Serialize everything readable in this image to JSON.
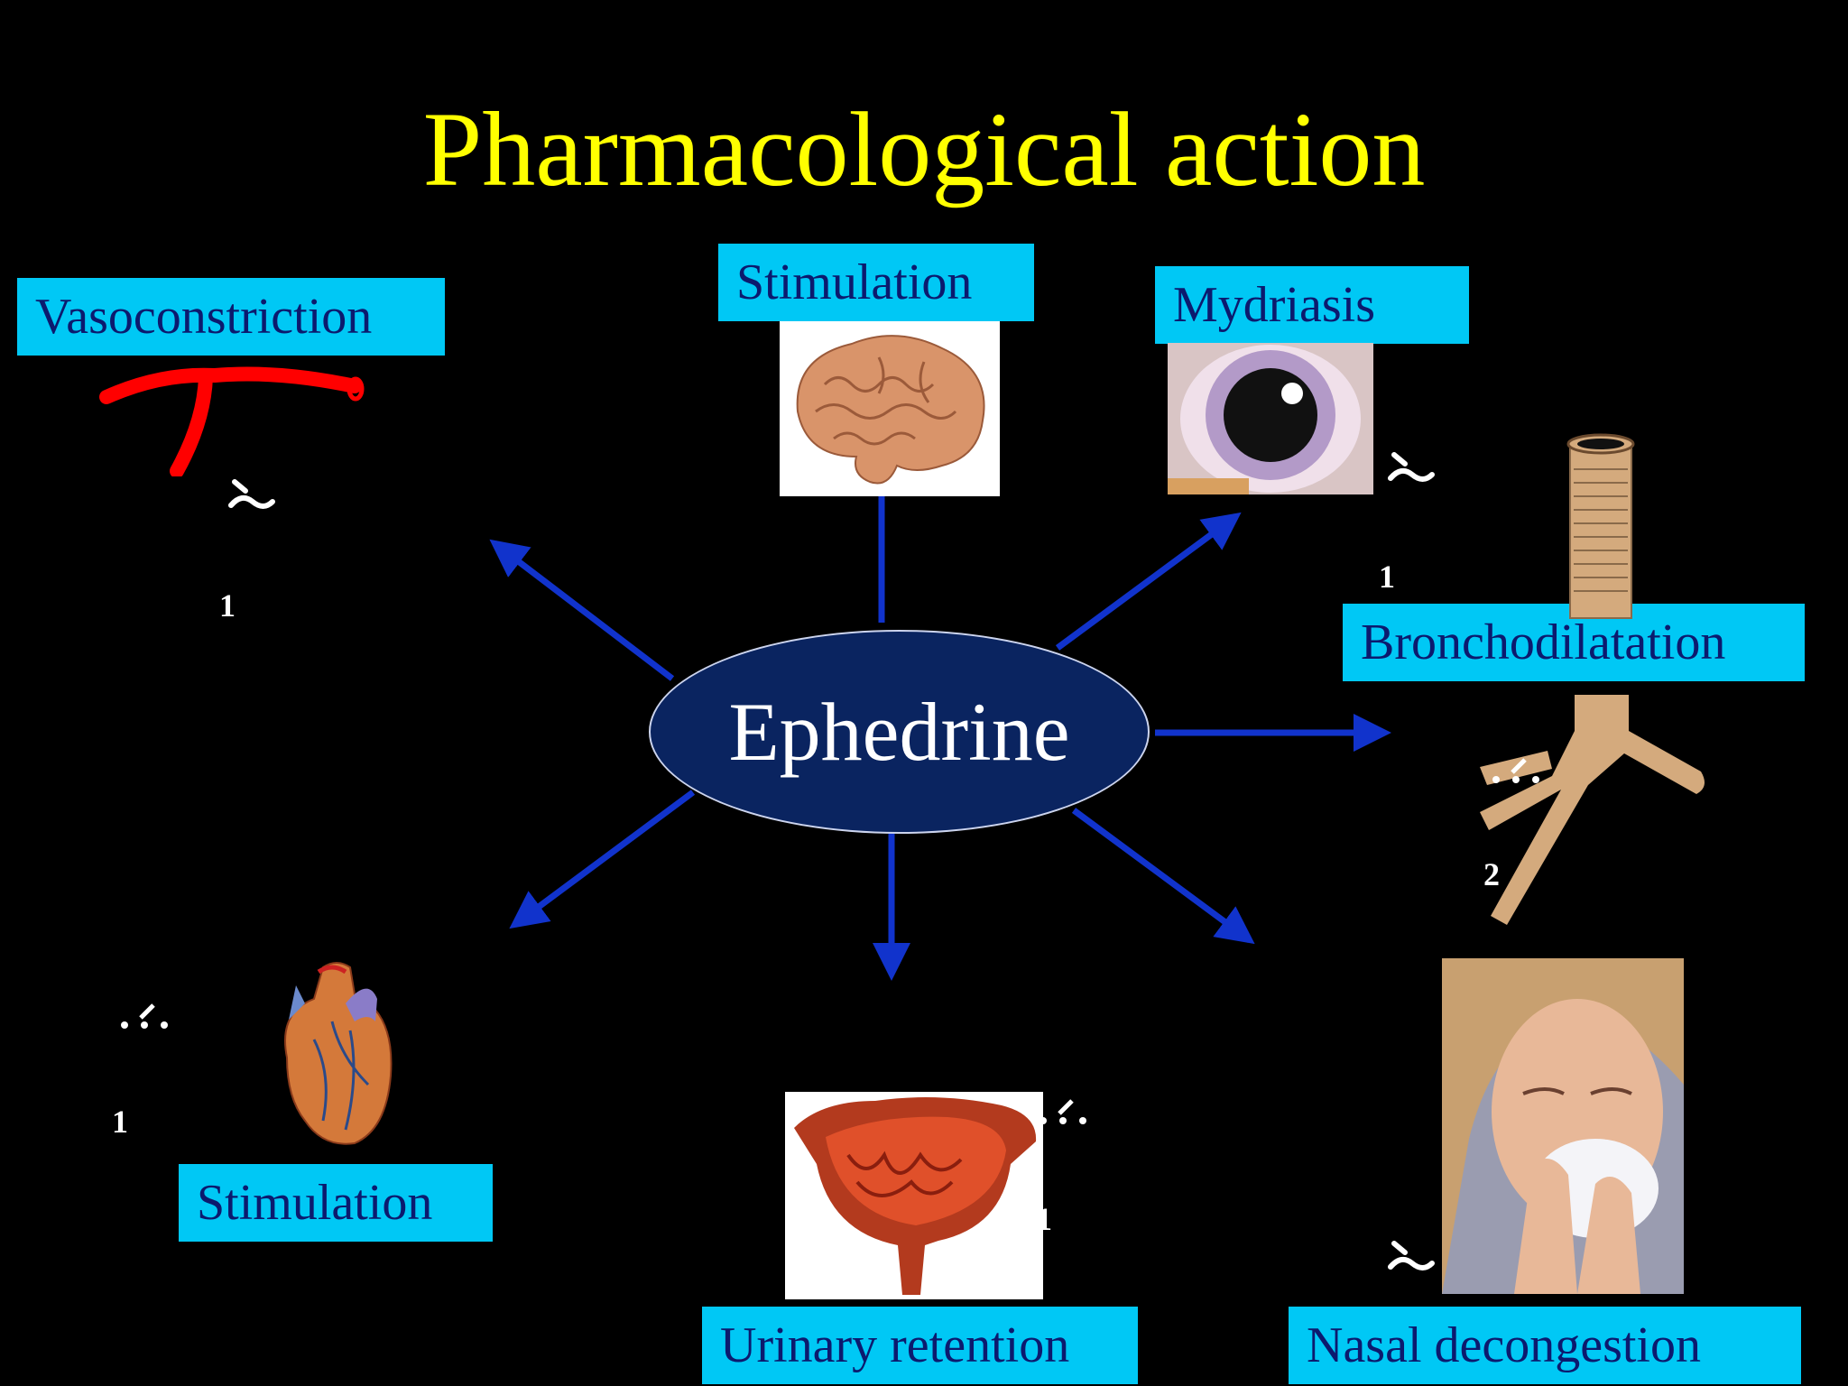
{
  "slide": {
    "title": "Pharmacological action",
    "center": "Ephedrine"
  },
  "labels": {
    "vasoconstriction": "Vasoconstriction",
    "cns_stimulation": "Stimulation",
    "mydriasis": "Mydriasis",
    "bronchodilatation": "Bronchodilatation",
    "cardiac_stimulation": "Stimulation",
    "urinary_retention": "Urinary retention",
    "nasal_decongestion": "Nasal decongestion"
  },
  "receptor_marks": {
    "vessel": "1",
    "eye": "1",
    "bronchi": "2",
    "heart": "1",
    "bladder": "1"
  },
  "colors": {
    "background": "#000000",
    "title": "#ffff00",
    "label_bg": "#00c8f5",
    "label_text": "#0c1a6e",
    "arrow": "#1133cc",
    "center_fill": "#0a2460"
  },
  "icons": [
    "blood-vessel-icon",
    "brain-image",
    "eye-image",
    "trachea-bronchi-icon",
    "heart-image",
    "bladder-image",
    "sneezing-person-image"
  ]
}
